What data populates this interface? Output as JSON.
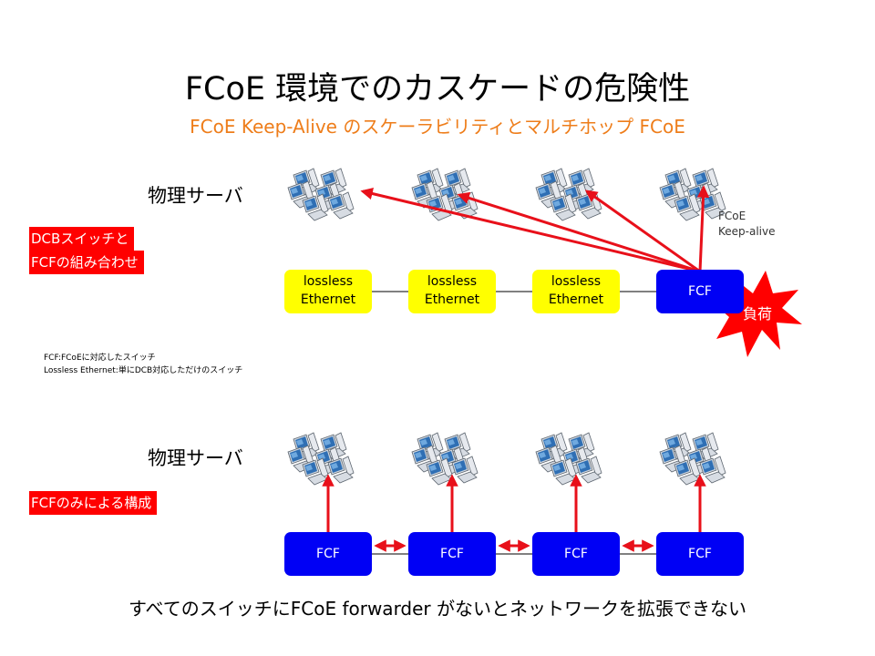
{
  "title": "FCoE 環境でのカスケードの危険性",
  "subtitle": "FCoE Keep-Alive のスケーラビリティとマルチホップ FCoE",
  "top_section": {
    "server_label": "物理サーバ",
    "config_label_line1": "DCBスイッチと",
    "config_label_line2": "FCFの組み合わせ",
    "switches": [
      "lossless\nEthernet",
      "lossless\nEthernet",
      "lossless\nEthernet"
    ],
    "fcf_label": "FCF",
    "keepalive_label_line1": "FCoE",
    "keepalive_label_line2": "Keep-alive",
    "load_label": "負荷"
  },
  "notes": {
    "line1": "FCF:FCoEに対応したスイッチ",
    "line2": "Lossless Ethernet:単にDCB対応しただけのスイッチ"
  },
  "bottom_section": {
    "server_label": "物理サーバ",
    "config_label": "FCFのみによる構成",
    "switches": [
      "FCF",
      "FCF",
      "FCF",
      "FCF"
    ]
  },
  "footer_text": "すべてのスイッチにFCoE forwarder がないとネットワークを拡張できない",
  "colors": {
    "accent_orange": "#ee7d1a",
    "fcf_blue": "#0000f5",
    "lossless_yellow": "#ffff00",
    "arrow_red": "#e8101a",
    "label_red": "#ff0000"
  },
  "icons": [
    "server-cluster-icon",
    "starburst-icon"
  ]
}
